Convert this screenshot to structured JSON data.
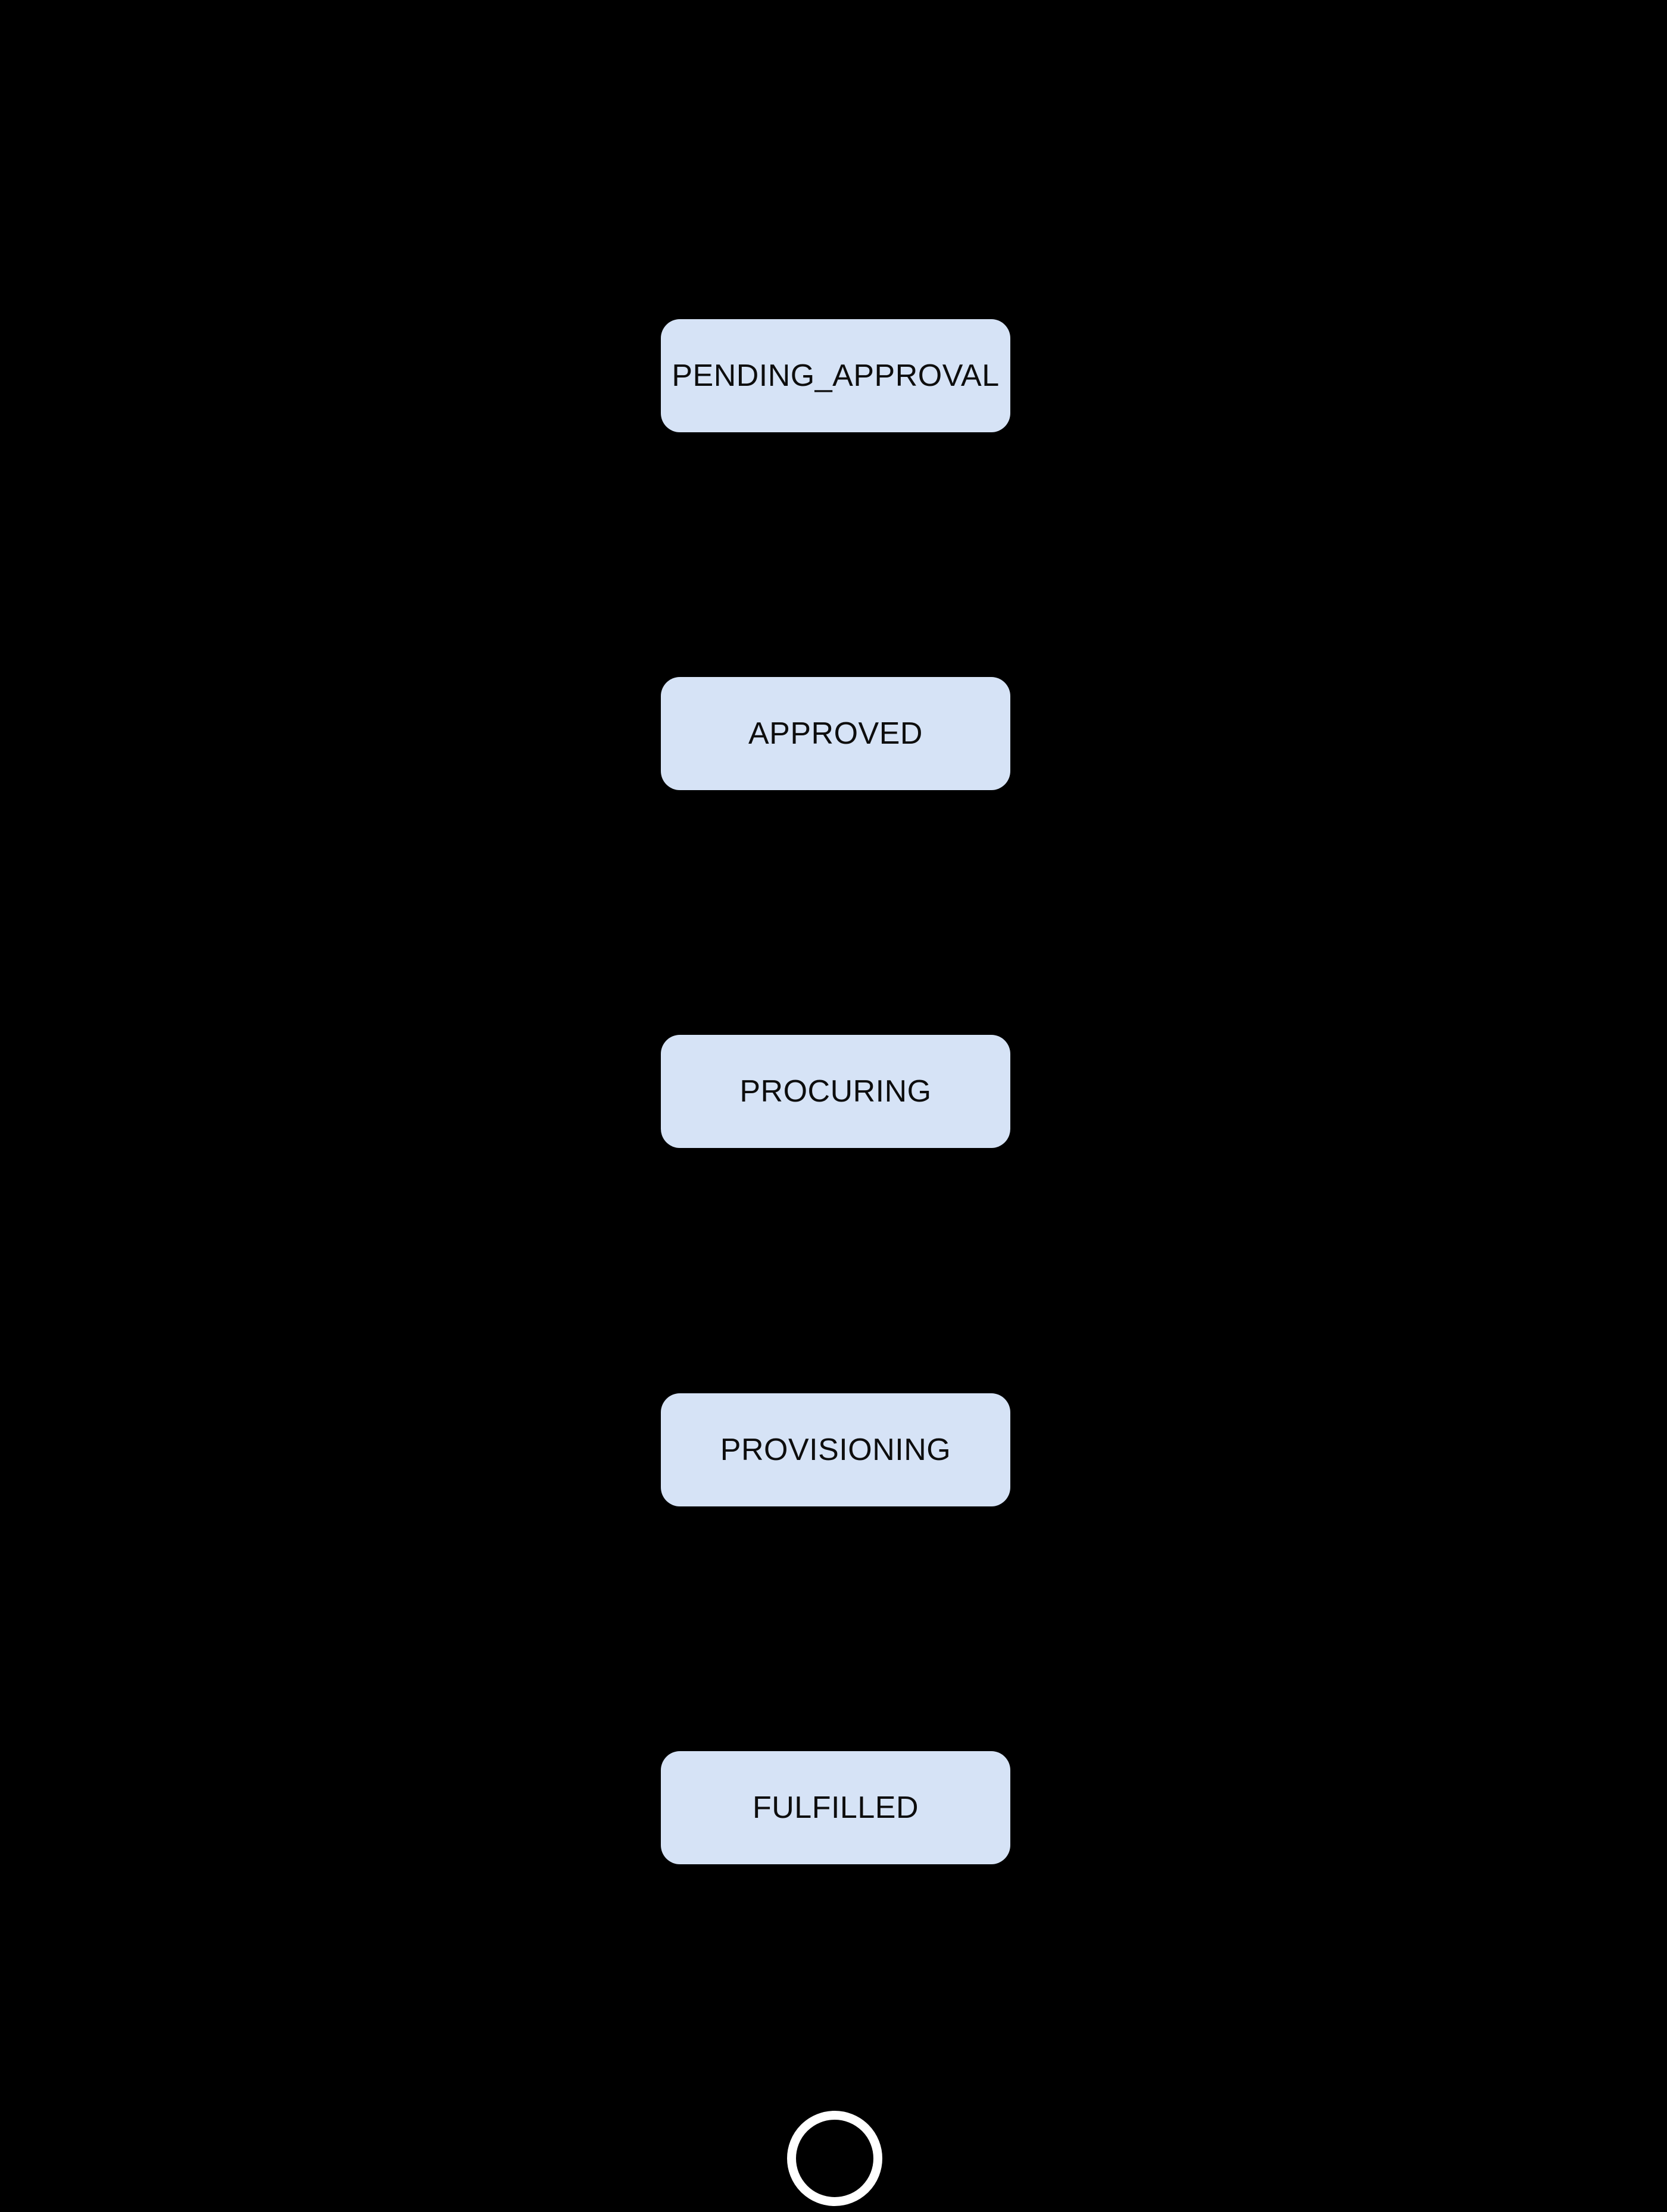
{
  "diagram": {
    "type": "state-flow",
    "orientation": "vertical",
    "states": [
      {
        "id": "pending-approval",
        "label": "PENDING_APPROVAL"
      },
      {
        "id": "approved",
        "label": "APPROVED"
      },
      {
        "id": "procuring",
        "label": "PROCURING"
      },
      {
        "id": "provisioning",
        "label": "PROVISIONING"
      },
      {
        "id": "fulfilled",
        "label": "FULFILLED"
      }
    ],
    "final_state": {
      "shape": "ring"
    },
    "colors": {
      "background": "#000000",
      "node_fill": "#d6e3f6",
      "node_text": "#0d0d0d",
      "final_ring": "#ffffff"
    }
  }
}
